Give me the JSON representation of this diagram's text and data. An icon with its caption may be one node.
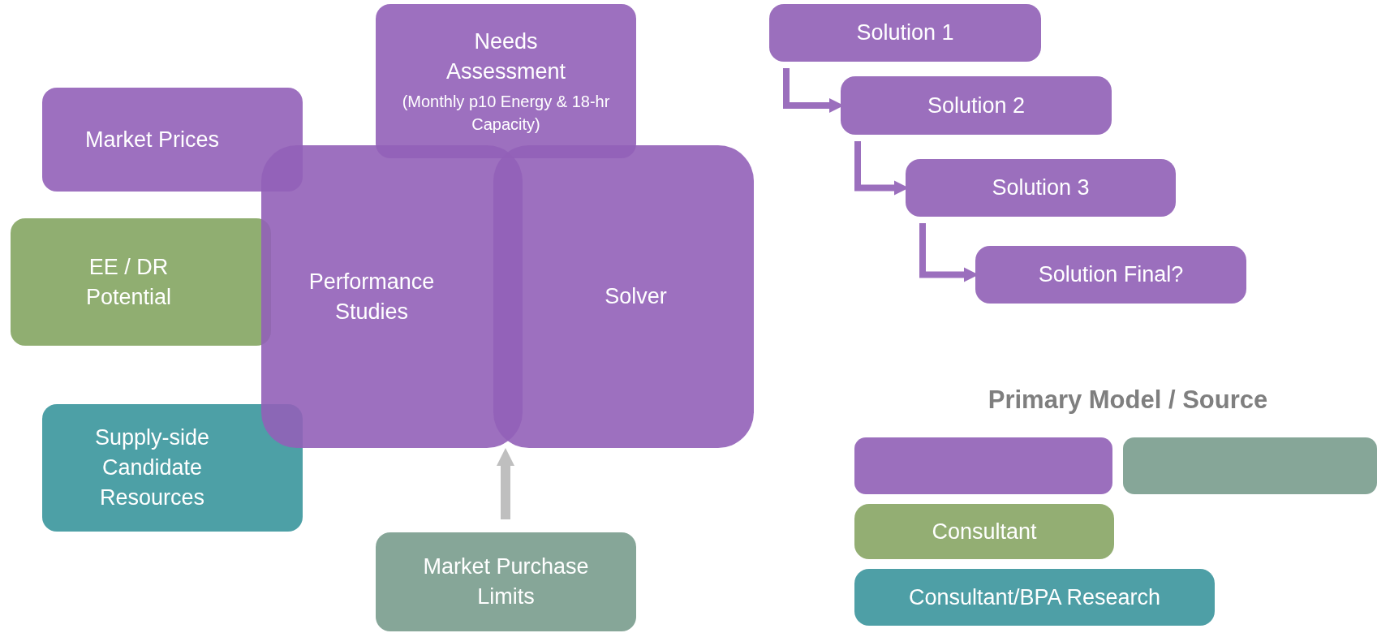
{
  "diagram": {
    "nodes": [
      {
        "text": [
          "Needs Assessment",
          "(Monthly p10 Energy & 18-hr Capacity)"
        ]
      },
      {
        "text": [
          "Market Prices"
        ]
      },
      {
        "text": [
          "EE / DR Potential"
        ]
      },
      {
        "text": [
          "Performance Studies"
        ]
      },
      {
        "text": [
          "Solver"
        ]
      },
      {
        "text": [
          "Supply-side Candidate Resources"
        ]
      },
      {
        "text": [
          "Market Purchase Limits"
        ]
      },
      {
        "text": [
          "Solution 1"
        ]
      },
      {
        "text": [
          "Solution 2"
        ]
      },
      {
        "text": [
          "Solution 3"
        ]
      },
      {
        "text": [
          "Solution Final?"
        ]
      },
      {
        "text": [],
        "shape": "box"
      },
      {
        "text": [],
        "shape": "box"
      },
      {
        "text": [
          "Consultant"
        ]
      },
      {
        "text": [
          "Consultant/BPA Research"
        ]
      }
    ],
    "edges": [
      {
        "from": 6,
        "to": 4,
        "arrow": "to",
        "color": "#bfbfbf"
      },
      {
        "from": 7,
        "to": 8,
        "arrow": "to"
      },
      {
        "from": 8,
        "to": 9,
        "arrow": "to"
      },
      {
        "from": 9,
        "to": 10,
        "arrow": "to"
      }
    ],
    "labels": [
      "Primary Model / Source"
    ]
  }
}
